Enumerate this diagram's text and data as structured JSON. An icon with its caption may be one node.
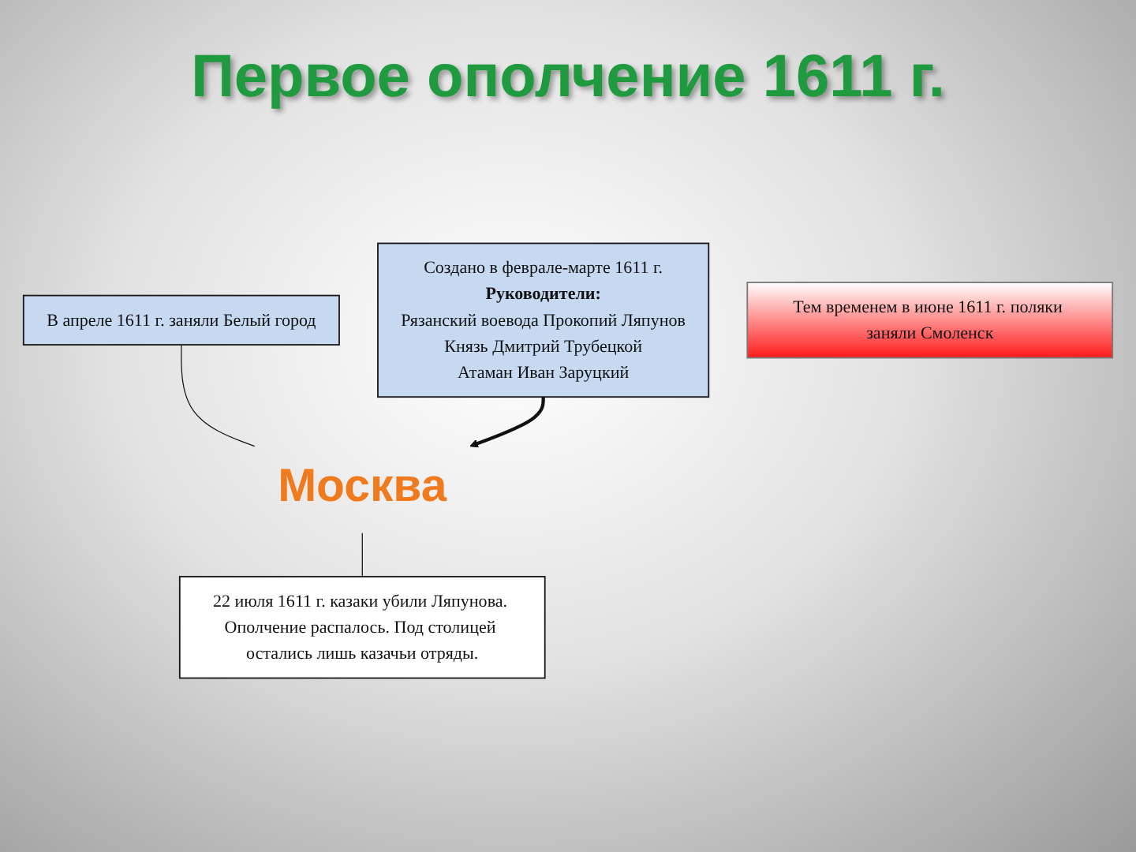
{
  "diagram": {
    "title": "Первое ополчение 1611 г.",
    "nodes": [
      {
        "text": [
          "В апреле 1611 г. заняли Белый город"
        ]
      },
      {
        "text": [
          "Создано в феврале-марте 1611 г.",
          "Руководители:",
          "Рязанский воевода Прокопий Ляпунов",
          "Князь Дмитрий Трубецкой",
          "Атаман Иван Заруцкий"
        ]
      },
      {
        "text": [
          "Москва"
        ]
      },
      {
        "text": [
          "22 июля 1611 г. казаки убили Ляпунова. Ополчение распалось. Под столицей остались лишь казачьи отряды."
        ]
      },
      {
        "text": [
          "Тем временем в июне 1611 г. поляки заняли Смоленск"
        ]
      }
    ],
    "edges": [
      {
        "from": 0,
        "to": 2,
        "arrow": "none"
      },
      {
        "from": 1,
        "to": 2,
        "arrow": "to",
        "style": "thick"
      },
      {
        "from": 2,
        "to": 3,
        "arrow": "none"
      }
    ]
  }
}
